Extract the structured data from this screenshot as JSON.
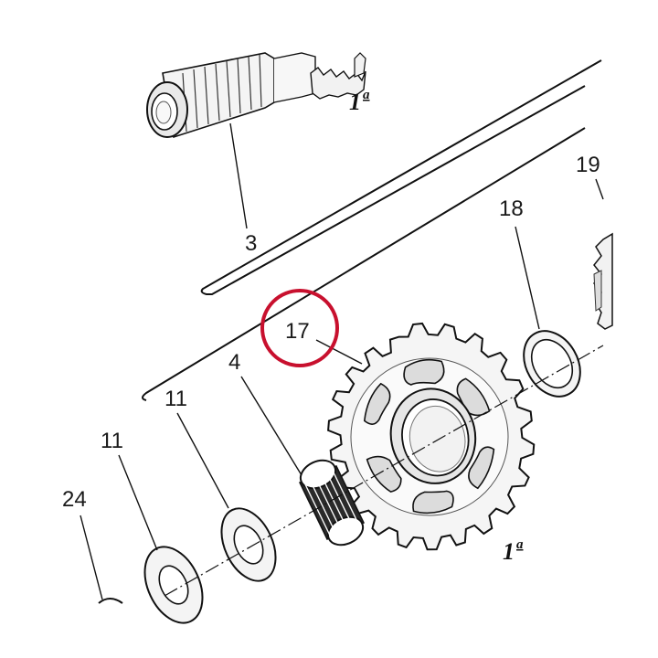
{
  "diagram": {
    "callouts": {
      "c3": "3",
      "c4": "4",
      "c11a": "11",
      "c11b": "11",
      "c17": "17",
      "c18": "18",
      "c19": "19",
      "c24": "24"
    },
    "gear_marks": {
      "top": {
        "num": "1",
        "sup": "a"
      },
      "bottom": {
        "num": "1",
        "sup": "a"
      }
    },
    "highlight": {
      "target": "17",
      "color": "#c8102e"
    }
  }
}
